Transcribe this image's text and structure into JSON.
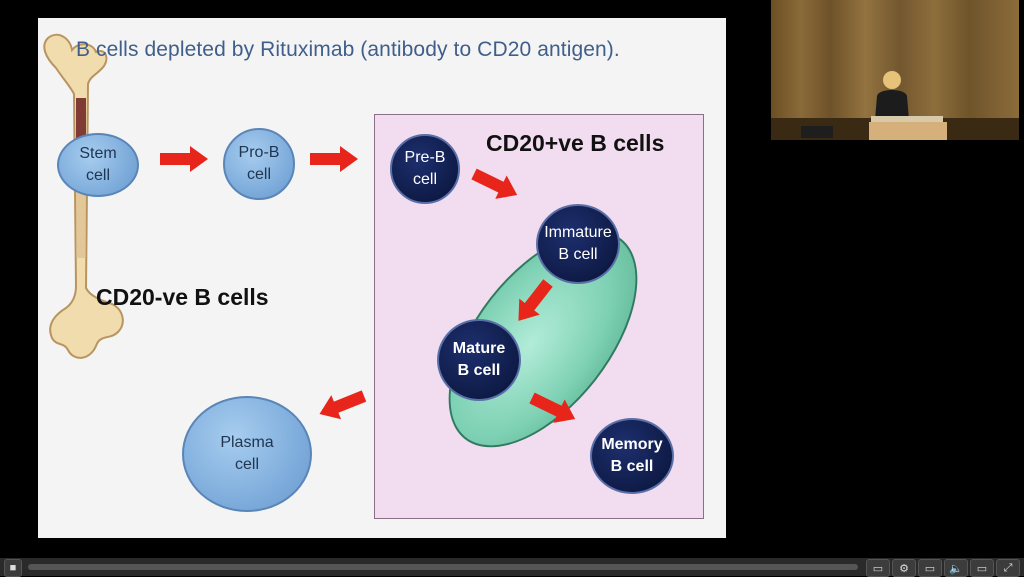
{
  "slide": {
    "title": "B cells depleted by Rituximab (antibody to CD20 antigen).",
    "cd20_positive_label": "CD20+ve B cells",
    "cd20_negative_label": "CD20-ve B cells",
    "cells": {
      "stem": [
        "Stem",
        "cell"
      ],
      "pro_b": [
        "Pro-B",
        "cell"
      ],
      "pre_b": [
        "Pre-B",
        "cell"
      ],
      "immature_b": [
        "Immature",
        "B cell"
      ],
      "mature_b": [
        "Mature",
        "B cell"
      ],
      "memory_b": [
        "Memory",
        "B cell"
      ],
      "plasma": [
        "Plasma",
        "cell"
      ]
    }
  },
  "colors": {
    "title_blue": "#3f5f8a",
    "arrow_red": "#e8251a",
    "pink_box": "#f2dcef",
    "ellipse_green": "#7ed1b4",
    "navy_cell": "#0e1a45",
    "light_cell": "#79a8d9"
  },
  "player": {
    "play_icon": "play-icon",
    "settings_icon": "gear-icon",
    "volume_icon": "volume-icon",
    "fullscreen_icon": "fullscreen-icon"
  }
}
